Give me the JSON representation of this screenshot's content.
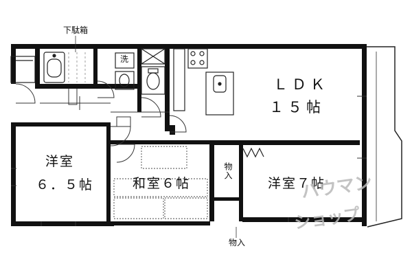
{
  "labels": {
    "geta_bako": "下駄箱",
    "sentaku": "洗",
    "ldk_line1": "ＬＤＫ",
    "ldk_line2": "１５帖",
    "yoshitsu_left_line1": "洋室",
    "yoshitsu_left_line2": "６．５帖",
    "washitsu": "和室６帖",
    "yoshitsu_right": "洋室７帖",
    "monoire_upper": "物入",
    "monoire_lower": "物入"
  },
  "watermark": {
    "line1": "ハウマン",
    "line2": "ショップ"
  }
}
